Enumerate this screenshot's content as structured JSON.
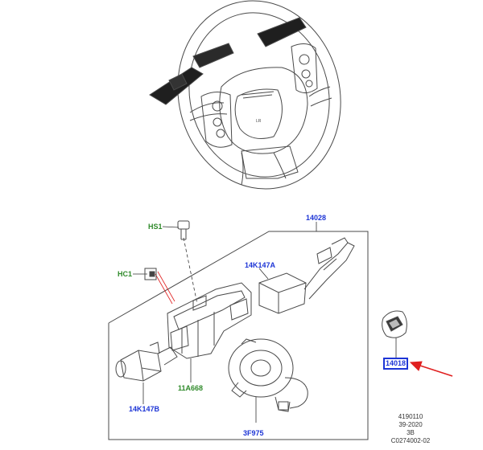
{
  "colors": {
    "callout_part": "#1d35d6",
    "callout_fastener": "#2f8a2a",
    "pointer_arrow": "#e02020",
    "line_art": "#4a4a4a"
  },
  "callouts": {
    "hs1": "HS1",
    "hc1": "HC1",
    "assembly": "14028",
    "stalk_switch_right": "14K147A",
    "stalk_switch_left": "14K147B",
    "column_housing": "11A668",
    "clockspring": "3F975",
    "selected_switch": "14018"
  },
  "reference": {
    "line1": "4190110",
    "line2": "39-2020",
    "line3": "3B",
    "line4": "C0274002-02"
  }
}
